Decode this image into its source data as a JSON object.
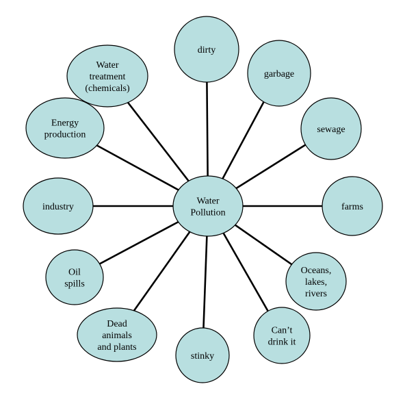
{
  "colors": {
    "node_fill": "#b8dfe0",
    "stroke": "#000000"
  },
  "center": {
    "id": "center",
    "lines": [
      "Water",
      "Pollution"
    ]
  },
  "nodes": [
    {
      "id": "dirty",
      "lines": [
        "dirty"
      ]
    },
    {
      "id": "garbage",
      "lines": [
        "garbage"
      ]
    },
    {
      "id": "sewage",
      "lines": [
        "sewage"
      ]
    },
    {
      "id": "farms",
      "lines": [
        "farms"
      ]
    },
    {
      "id": "oceans",
      "lines": [
        "Oceans,",
        "lakes,",
        "rivers"
      ]
    },
    {
      "id": "cant-drink",
      "lines": [
        "Can’t",
        "drink it"
      ]
    },
    {
      "id": "stinky",
      "lines": [
        "stinky"
      ]
    },
    {
      "id": "dead",
      "lines": [
        "Dead",
        "animals",
        "and plants"
      ]
    },
    {
      "id": "oil",
      "lines": [
        "Oil",
        "spills"
      ]
    },
    {
      "id": "industry",
      "lines": [
        "industry"
      ]
    },
    {
      "id": "energy",
      "lines": [
        "Energy",
        "production"
      ]
    },
    {
      "id": "treatment",
      "lines": [
        "Water",
        "treatment",
        "(chemicals)"
      ]
    }
  ]
}
